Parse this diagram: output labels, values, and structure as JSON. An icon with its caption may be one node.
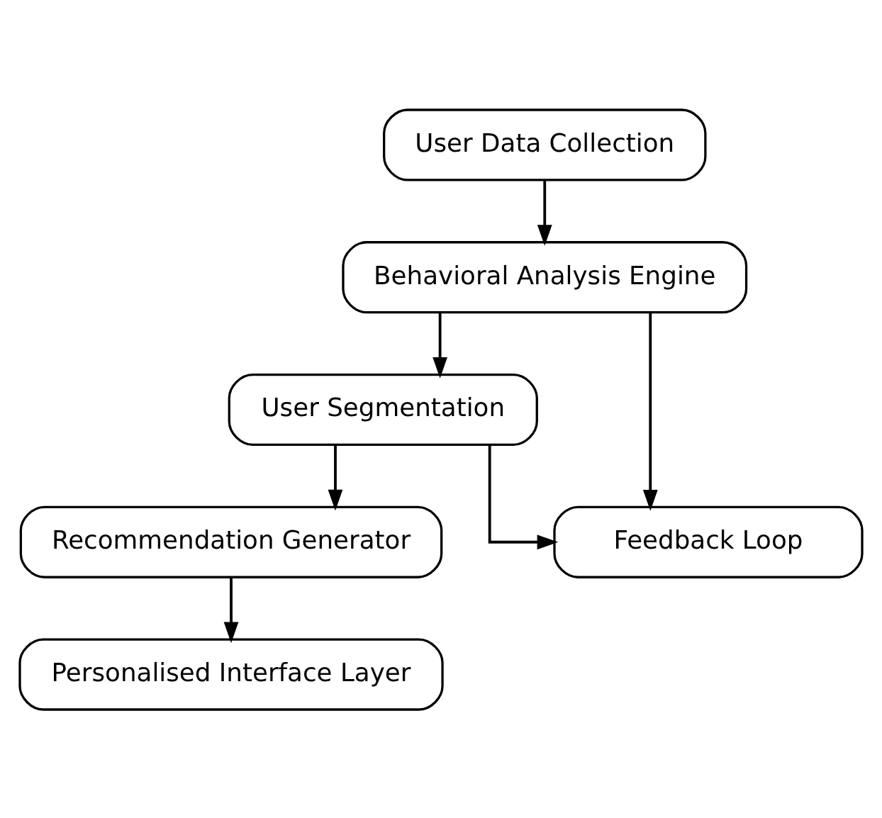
{
  "diagram": {
    "nodes": [
      {
        "text": [
          "User Data Collection"
        ]
      },
      {
        "text": [
          "Behavioral Analysis Engine"
        ]
      },
      {
        "text": [
          "User Segmentation"
        ]
      },
      {
        "text": [
          "Recommendation Generator"
        ]
      },
      {
        "text": [
          "Personalised Interface Layer"
        ]
      },
      {
        "text": [
          "Feedback Loop"
        ]
      }
    ],
    "edges": [
      {
        "from": 0,
        "to": 1,
        "arrow": "to"
      },
      {
        "from": 1,
        "to": 2,
        "arrow": "to"
      },
      {
        "from": 2,
        "to": 3,
        "arrow": "to"
      },
      {
        "from": 3,
        "to": 4,
        "arrow": "to"
      },
      {
        "from": 1,
        "to": 5,
        "arrow": "to"
      },
      {
        "from": 2,
        "to": 5,
        "arrow": "to"
      }
    ]
  }
}
